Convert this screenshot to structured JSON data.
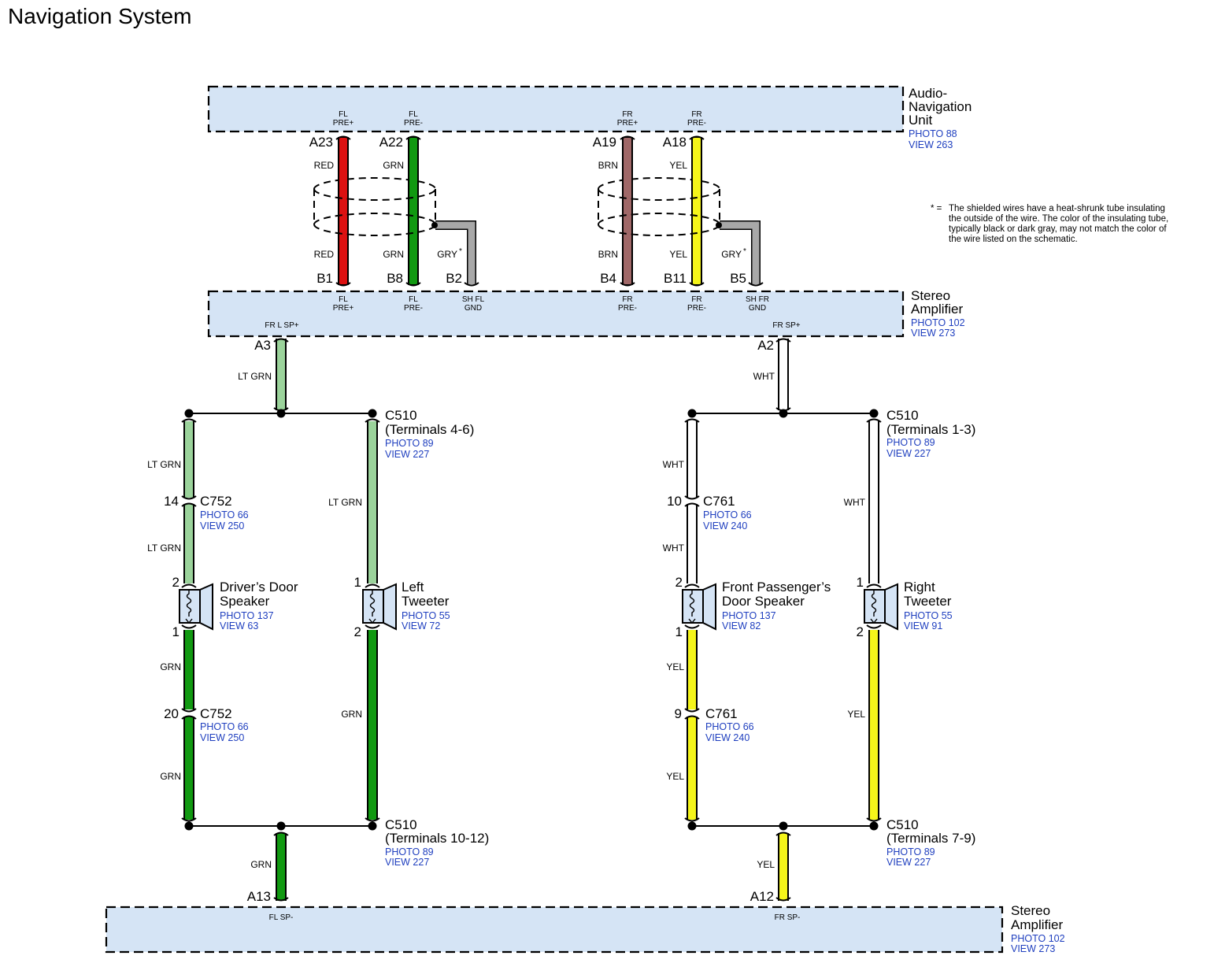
{
  "title": "Navigation System",
  "units": {
    "audio_nav": {
      "name": [
        "Audio-",
        "Navigation",
        "Unit"
      ],
      "photo": "PHOTO 88",
      "view": "VIEW 263"
    },
    "stereo_amp_top": {
      "name": [
        "Stereo",
        "Amplifier"
      ],
      "photo": "PHOTO 102",
      "view": "VIEW 273"
    },
    "stereo_amp_bottom": {
      "name": [
        "Stereo",
        "Amplifier"
      ],
      "photo": "PHOTO 102",
      "view": "VIEW 273"
    }
  },
  "audio_nav_pins": [
    {
      "pin": "A23",
      "sig": [
        "FL",
        "PRE+"
      ],
      "color": "RED"
    },
    {
      "pin": "A22",
      "sig": [
        "FL",
        "PRE-"
      ],
      "color": "GRN"
    },
    {
      "pin": "A19",
      "sig": [
        "FR",
        "PRE+"
      ],
      "color": "BRN"
    },
    {
      "pin": "A18",
      "sig": [
        "FR",
        "PRE-"
      ],
      "color": "YEL"
    }
  ],
  "amp_input_pins": [
    {
      "pin": "B1",
      "sig": [
        "FL",
        "PRE+"
      ],
      "color": "RED"
    },
    {
      "pin": "B8",
      "sig": [
        "FL",
        "PRE-"
      ],
      "color": "GRN"
    },
    {
      "pin": "B2",
      "sig": [
        "SH FL",
        "GND"
      ],
      "color": "GRY"
    },
    {
      "pin": "B4",
      "sig": [
        "FR",
        "PRE-"
      ],
      "color": "BRN"
    },
    {
      "pin": "B11",
      "sig": [
        "FR",
        "PRE-"
      ],
      "color": "YEL"
    },
    {
      "pin": "B5",
      "sig": [
        "SH FR",
        "GND"
      ],
      "color": "GRY"
    }
  ],
  "shield_mark": "*",
  "amp_outputs": {
    "a3": {
      "pin": "A3",
      "sig": "FR L SP+",
      "color": "LT GRN"
    },
    "a2": {
      "pin": "A2",
      "sig": "FR SP+",
      "color": "WHT"
    },
    "a13": {
      "pin": "A13",
      "sig": "FL SP-",
      "color": "GRN"
    },
    "a12": {
      "pin": "A12",
      "sig": "FR SP-",
      "color": "YEL"
    }
  },
  "splices": {
    "c510_4_6": {
      "name": "C510",
      "terminals": "(Terminals 4-6)",
      "photo": "PHOTO 89",
      "view": "VIEW 227"
    },
    "c510_1_3": {
      "name": "C510",
      "terminals": "(Terminals 1-3)",
      "photo": "PHOTO 89",
      "view": "VIEW 227"
    },
    "c510_10_12": {
      "name": "C510",
      "terminals": "(Terminals 10-12)",
      "photo": "PHOTO 89",
      "view": "VIEW 227"
    },
    "c510_7_9": {
      "name": "C510",
      "terminals": "(Terminals 7-9)",
      "photo": "PHOTO 89",
      "view": "VIEW 227"
    }
  },
  "connectors": {
    "c752_a": {
      "pin": "14",
      "name": "C752",
      "photo": "PHOTO 66",
      "view": "VIEW 250"
    },
    "c752_b": {
      "pin": "20",
      "name": "C752",
      "photo": "PHOTO 66",
      "view": "VIEW 250"
    },
    "c761_a": {
      "pin": "10",
      "name": "C761",
      "photo": "PHOTO 66",
      "view": "VIEW 240"
    },
    "c761_b": {
      "pin": "9",
      "name": "C761",
      "photo": "PHOTO 66",
      "view": "VIEW 240"
    }
  },
  "speakers": {
    "driver": {
      "name": [
        "Driver’s Door",
        "Speaker"
      ],
      "photo": "PHOTO 137",
      "view": "VIEW 63",
      "pin_top": "2",
      "pin_bottom": "1"
    },
    "left_tweeter": {
      "name": [
        "Left",
        "Tweeter"
      ],
      "photo": "PHOTO 55",
      "view": "VIEW 72",
      "pin_top": "1",
      "pin_bottom": "2"
    },
    "passenger": {
      "name": [
        "Front Passenger’s",
        "Door Speaker"
      ],
      "photo": "PHOTO 137",
      "view": "VIEW 82",
      "pin_top": "2",
      "pin_bottom": "1"
    },
    "right_tweeter": {
      "name": [
        "Right",
        "Tweeter"
      ],
      "photo": "PHOTO 55",
      "view": "VIEW 91",
      "pin_top": "1",
      "pin_bottom": "2"
    }
  },
  "wire_labels": {
    "lt_grn": "LT GRN",
    "grn": "GRN",
    "wht": "WHT",
    "yel": "YEL"
  },
  "note": {
    "mark": "* =",
    "lines": [
      "The shielded wires have a heat-shrunk tube insulating",
      "the outside of the wire. The color of the insulating tube,",
      "typically black or dark gray, may not match the color of",
      "the wire listed on the schematic."
    ]
  },
  "wire_colors": {
    "RED": "#dd1111",
    "GRN": "#119911",
    "LT GRN": "#9bd39b",
    "BRN": "#a06868",
    "YEL": "#f5f51a",
    "WHT": "#ffffff",
    "GRY": "#a8a8a8"
  }
}
